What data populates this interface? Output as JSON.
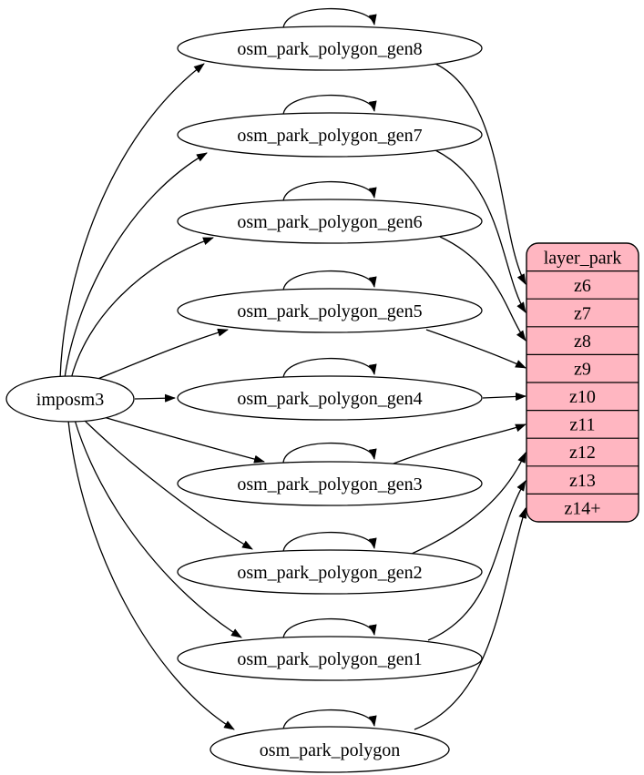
{
  "diagram": {
    "kind": "graphviz-dependency-digraph",
    "source": {
      "label": "imposm3"
    },
    "tables": [
      {
        "label": "osm_park_polygon_gen8",
        "maps_to": "z6",
        "has_self_loop": true
      },
      {
        "label": "osm_park_polygon_gen7",
        "maps_to": "z7",
        "has_self_loop": true
      },
      {
        "label": "osm_park_polygon_gen6",
        "maps_to": "z8",
        "has_self_loop": true
      },
      {
        "label": "osm_park_polygon_gen5",
        "maps_to": "z9",
        "has_self_loop": true
      },
      {
        "label": "osm_park_polygon_gen4",
        "maps_to": "z10",
        "has_self_loop": true
      },
      {
        "label": "osm_park_polygon_gen3",
        "maps_to": "z11",
        "has_self_loop": true
      },
      {
        "label": "osm_park_polygon_gen2",
        "maps_to": "z12",
        "has_self_loop": true
      },
      {
        "label": "osm_park_polygon_gen1",
        "maps_to": "z13",
        "has_self_loop": true
      },
      {
        "label": "osm_park_polygon",
        "maps_to": "z14+",
        "has_self_loop": true
      }
    ],
    "layer": {
      "title": "layer_park",
      "zoom_rows": [
        "z6",
        "z7",
        "z8",
        "z9",
        "z10",
        "z11",
        "z12",
        "z13",
        "z14+"
      ]
    },
    "colors": {
      "layer_fill": "#FFB6C1",
      "table_fill": "#FFFFFF",
      "stroke": "#000000",
      "background": "#FFFFFF"
    }
  }
}
